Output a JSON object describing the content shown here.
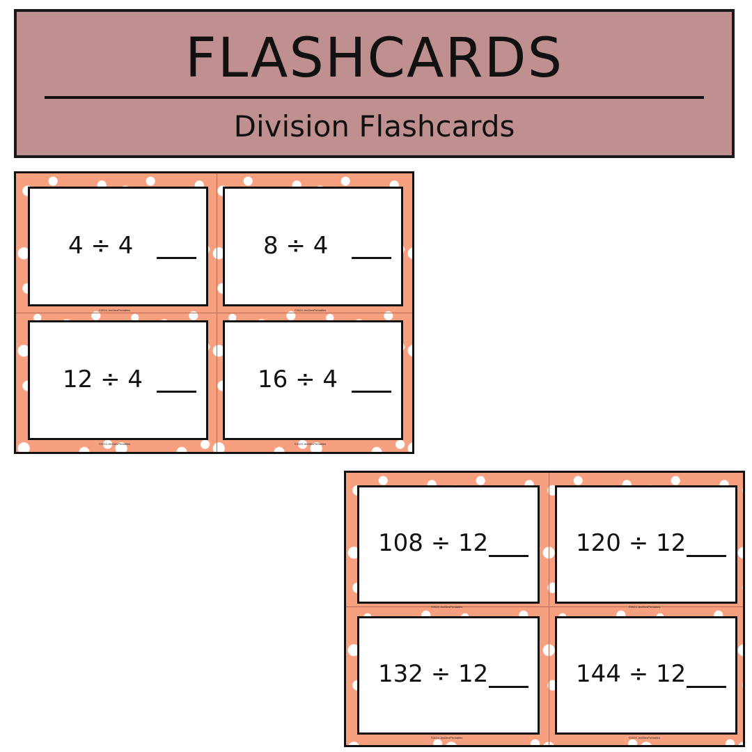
{
  "banner": {
    "title": "FLASHCARDS",
    "subtitle": "Division Flashcards"
  },
  "sheets": [
    {
      "cards": [
        {
          "equation": "4 ÷ 4"
        },
        {
          "equation": "8 ÷ 4"
        },
        {
          "equation": "12 ÷ 4"
        },
        {
          "equation": "16 ÷ 4"
        }
      ],
      "copyright": "©2024 JenDiesPrintables"
    },
    {
      "cards": [
        {
          "equation": "108 ÷ 12"
        },
        {
          "equation": "120 ÷ 12"
        },
        {
          "equation": "132 ÷ 12"
        },
        {
          "equation": "144 ÷ 12"
        }
      ],
      "copyright": "©2024 JenDiesPrintables"
    }
  ],
  "colors": {
    "banner_bg": "#c09090",
    "sheet_bg": "#f7a07f",
    "star": "#ffffff",
    "ink": "#111111"
  }
}
